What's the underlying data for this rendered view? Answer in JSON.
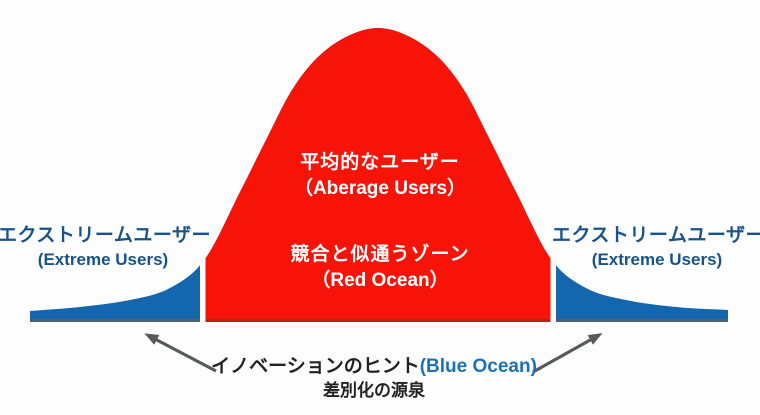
{
  "diagram": {
    "left_tail": {
      "jp": "エクストリームユーザー",
      "en": "(Extreme Users)"
    },
    "right_tail": {
      "jp": "エクストリームユーザー",
      "en": "(Extreme Users)"
    },
    "center_top": {
      "jp": "平均的なユーザー",
      "en": "（Aberage Users）"
    },
    "center_bottom": {
      "jp": "競合と似通うゾーン",
      "en": "（Red Ocean）"
    },
    "footnote": {
      "jp": "イノベーションのヒント",
      "en": "(Blue Ocean)",
      "line2": "差別化の源泉"
    },
    "regions": [
      {
        "name": "left-blue-tail",
        "meaning": "エクストリームユーザー (Extreme Users)",
        "color": "#1467af"
      },
      {
        "name": "red-center",
        "meaning": "平均的なユーザー（Aberage Users）／競合と似通うゾーン（Red Ocean）",
        "color": "#f81308"
      },
      {
        "name": "right-blue-tail",
        "meaning": "エクストリームユーザー (Extreme Users)",
        "color": "#1467af"
      }
    ]
  },
  "colors": {
    "red_fill": "#f81308",
    "red_bottom_edge": "#b3241d",
    "blue_fill": "#1467af",
    "blue_bottom_edge": "#4e6073",
    "extreme_text": "#17538a",
    "blue_ocean_text": "#1c72b8",
    "footnote_text": "#222222",
    "white_text": "#ffffff",
    "arrow": "#55595c",
    "background": "#fdfdfd"
  }
}
